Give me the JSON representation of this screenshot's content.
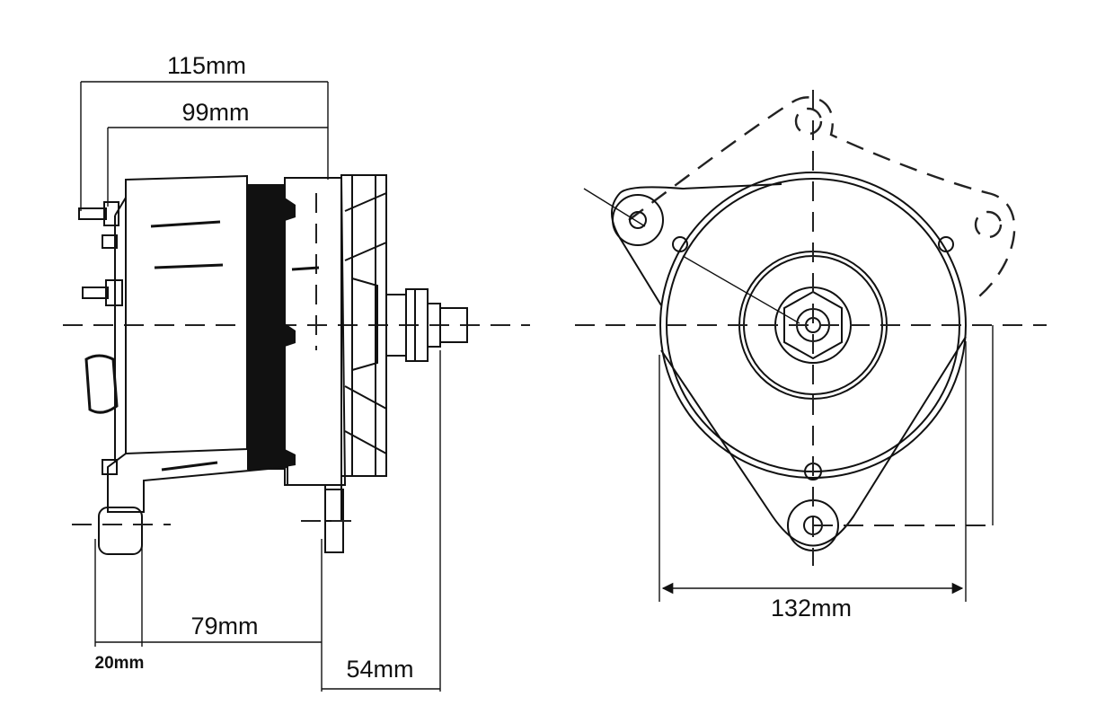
{
  "side_view": {
    "dim_115": "115mm",
    "dim_99": "99mm",
    "dim_79": "79mm",
    "dim_20": "20mm",
    "dim_54": "54mm"
  },
  "front_view": {
    "dim_132": "132mm"
  }
}
